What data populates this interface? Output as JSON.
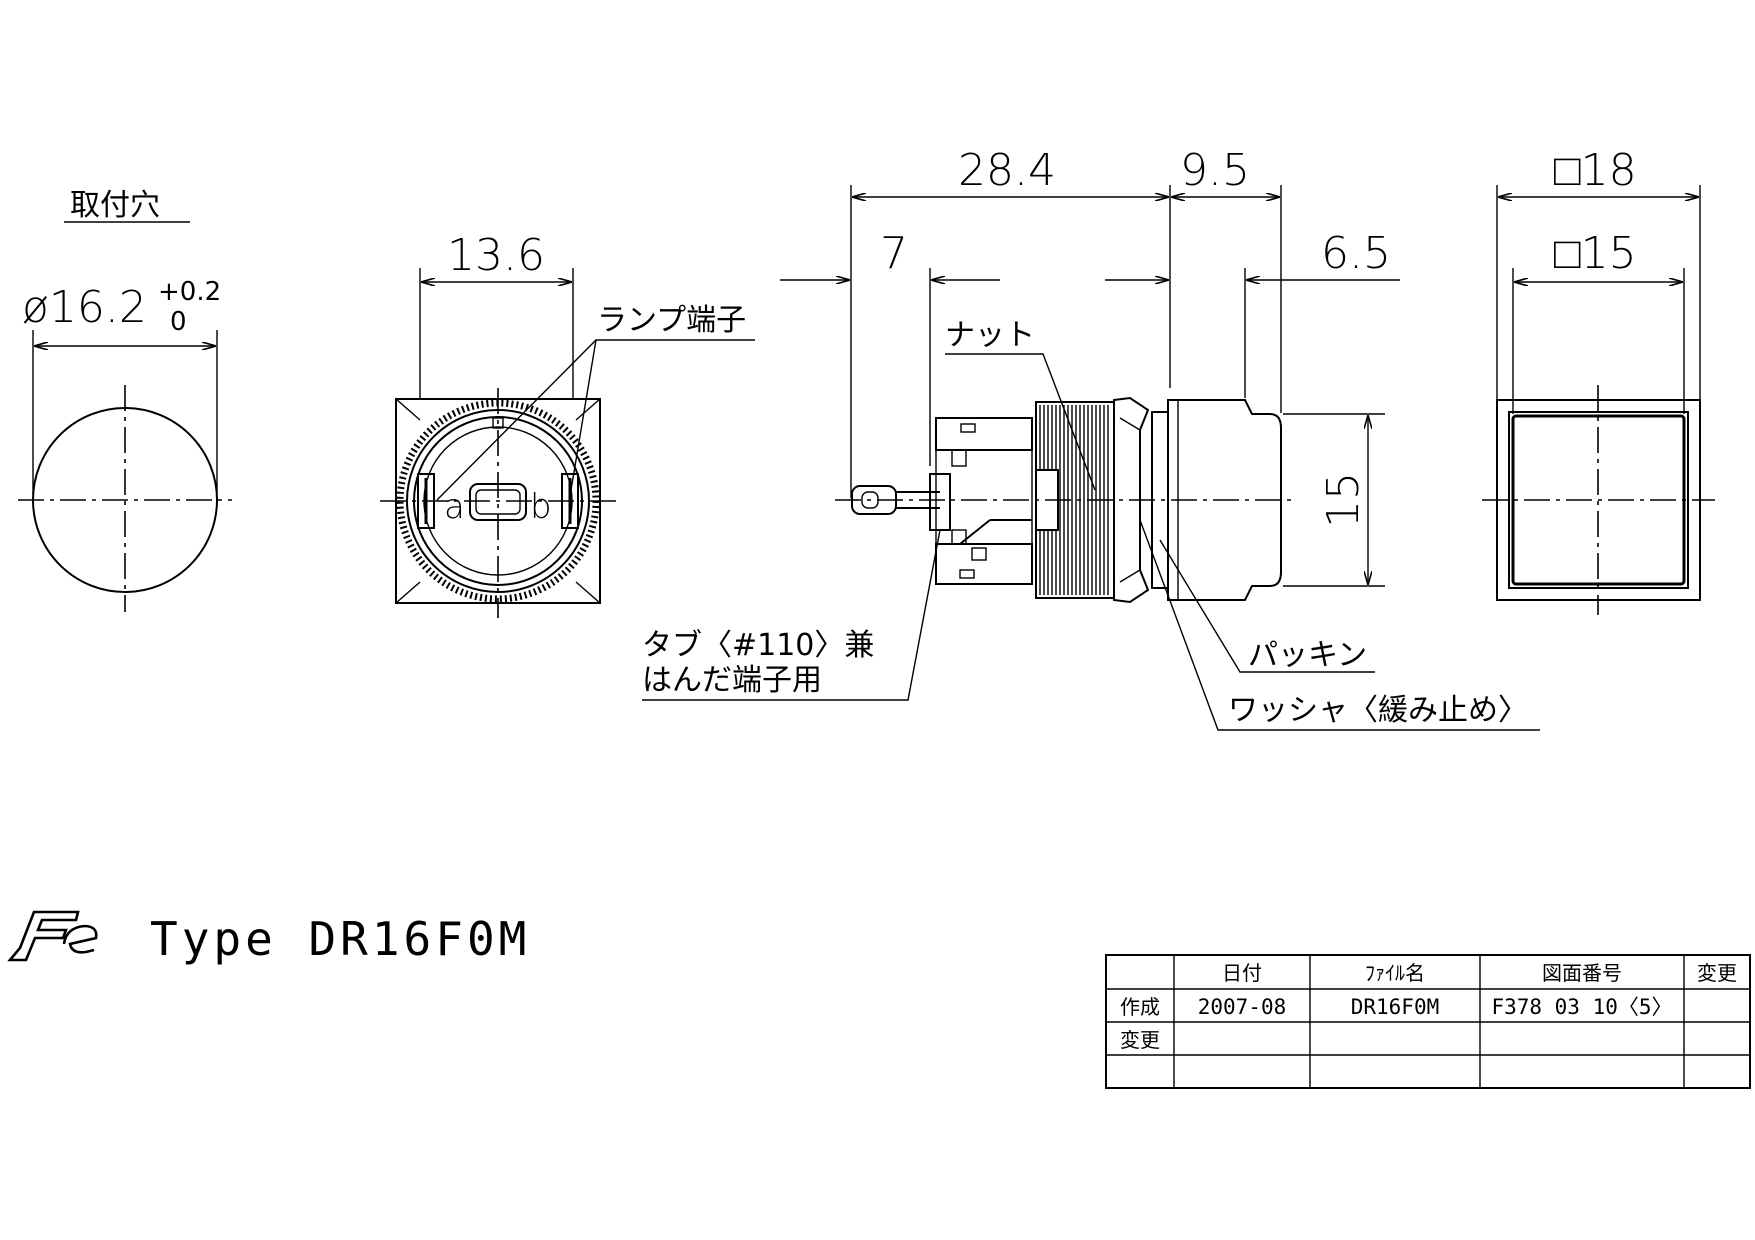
{
  "mounting_hole": {
    "title": "取付穴",
    "diameter": "ø16.2",
    "tol_plus": "+0.2",
    "tol_minus": "0"
  },
  "rear_view": {
    "dim_width": "13.6",
    "label_lamp_terminal": "ランプ端子",
    "terminal_a": "a",
    "terminal_b": "b"
  },
  "side_view": {
    "dim_total": "28.4",
    "dim_front": "9.5",
    "dim_tab": "7",
    "dim_bezel": "6.5",
    "dim_height": "15",
    "label_nut": "ナット",
    "label_tab_line1": "タブ〈#110〉兼",
    "label_tab_line2": "はんだ端子用",
    "label_packing": "パッキン",
    "label_washer": "ワッシャ〈緩み止め〉"
  },
  "front_view": {
    "dim_outer": "□18",
    "dim_inner": "□15"
  },
  "title": {
    "logo": "Fe",
    "type_label": "Type  DR16F0M"
  },
  "title_block": {
    "headers": [
      "",
      "日付",
      "ﾌｧｲﾙ名",
      "図面番号",
      "変更"
    ],
    "rows": [
      [
        "作成",
        "2007-08",
        "DR16F0M",
        "F378 03 10〈5〉",
        ""
      ],
      [
        "変更",
        "",
        "",
        "",
        ""
      ],
      [
        "",
        "",
        "",
        "",
        ""
      ]
    ]
  }
}
